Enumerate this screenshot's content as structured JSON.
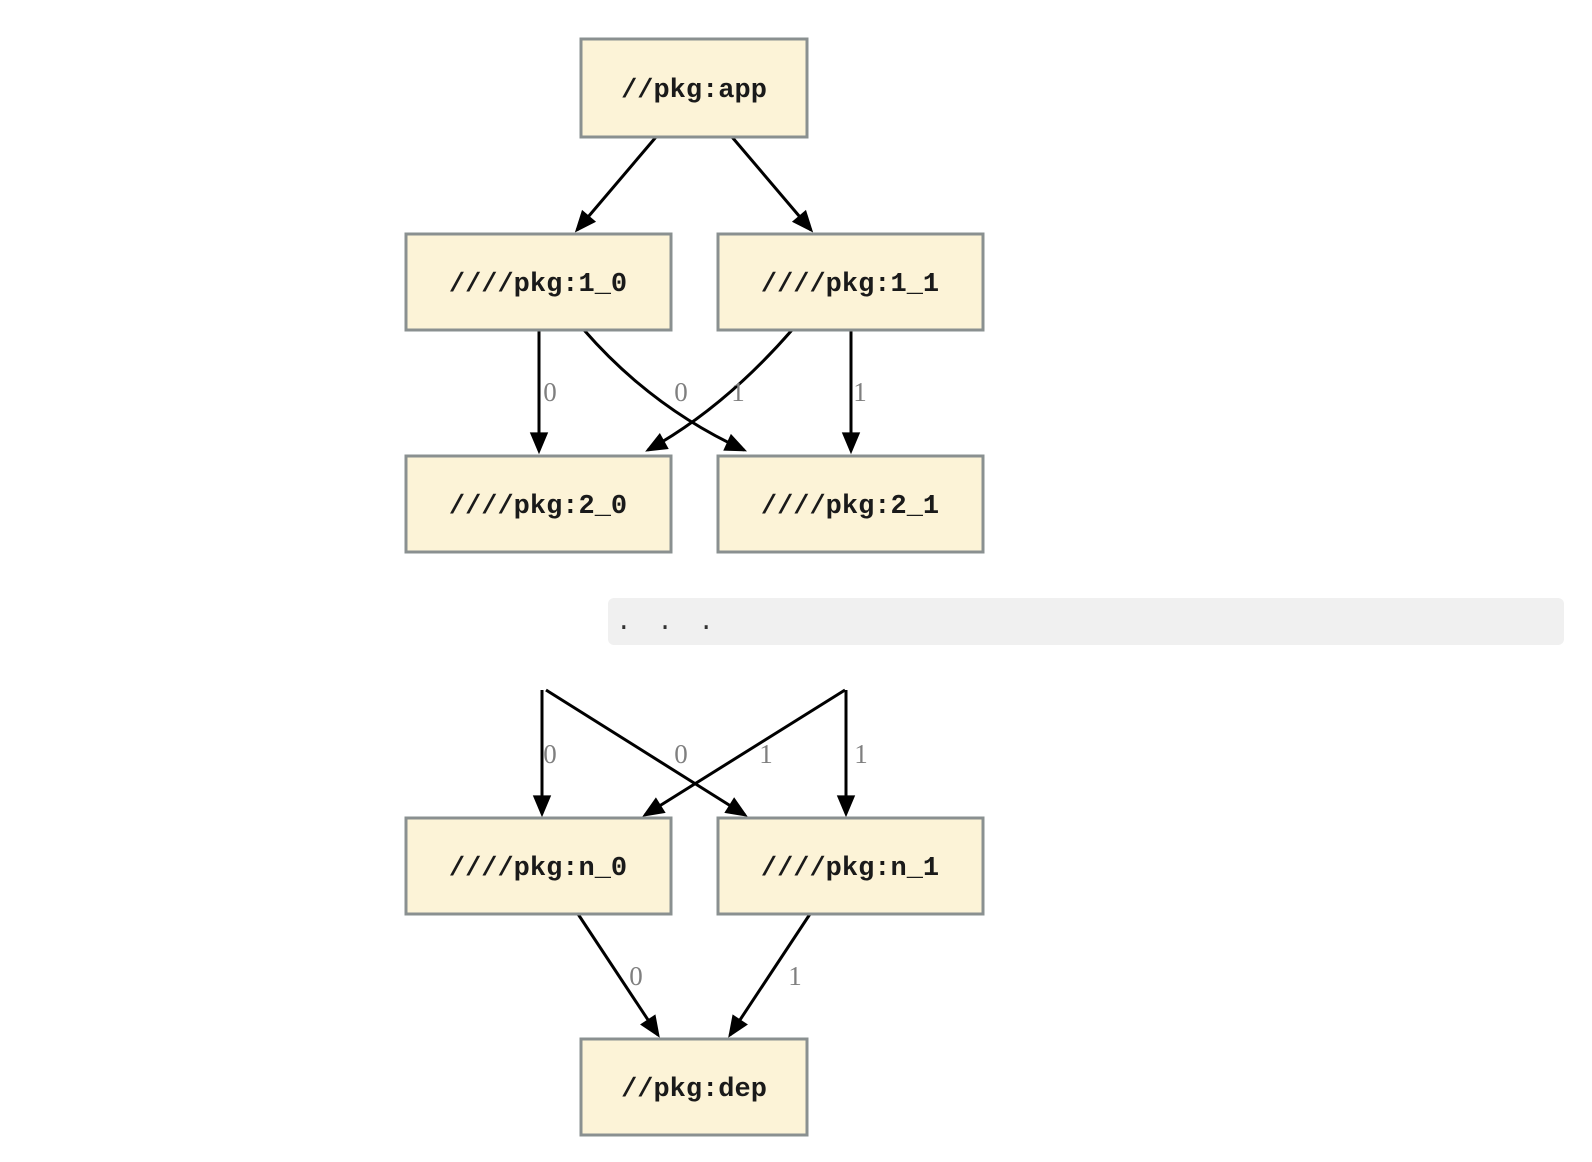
{
  "diagram": {
    "type": "dependency-graph",
    "colors": {
      "node_fill": "#fcf3d7",
      "node_border": "#8a9090",
      "node_text": "#000000",
      "edge": "#000000",
      "edge_label": "#7f7f7f",
      "ellipsis_band_bg": "#f0f0f0",
      "ellipsis_text": "#333333"
    },
    "nodes": [
      {
        "id": "app",
        "label": "//pkg:app"
      },
      {
        "id": "1_0",
        "label": "////pkg:1_0"
      },
      {
        "id": "1_1",
        "label": "////pkg:1_1"
      },
      {
        "id": "2_0",
        "label": "////pkg:2_0"
      },
      {
        "id": "2_1",
        "label": "////pkg:2_1"
      },
      {
        "id": "n_0",
        "label": "////pkg:n_0"
      },
      {
        "id": "n_1",
        "label": "////pkg:n_1"
      },
      {
        "id": "dep",
        "label": "//pkg:dep"
      }
    ],
    "edges": [
      {
        "from": "//pkg:app",
        "to": "////pkg:1_0",
        "label": ""
      },
      {
        "from": "//pkg:app",
        "to": "////pkg:1_1",
        "label": ""
      },
      {
        "from": "////pkg:1_0",
        "to": "////pkg:2_0",
        "label": "0"
      },
      {
        "from": "////pkg:1_0",
        "to": "////pkg:2_1",
        "label": "0"
      },
      {
        "from": "////pkg:1_1",
        "to": "////pkg:2_0",
        "label": "1"
      },
      {
        "from": "////pkg:1_1",
        "to": "////pkg:2_1",
        "label": "1"
      },
      {
        "from": "…",
        "to": "////pkg:n_0",
        "label": "0"
      },
      {
        "from": "…",
        "to": "////pkg:n_1",
        "label": "0"
      },
      {
        "from": "…",
        "to": "////pkg:n_0",
        "label": "1"
      },
      {
        "from": "…",
        "to": "////pkg:n_1",
        "label": "1"
      },
      {
        "from": "////pkg:n_0",
        "to": "//pkg:dep",
        "label": "0"
      },
      {
        "from": "////pkg:n_1",
        "to": "//pkg:dep",
        "label": "1"
      }
    ],
    "ellipsis": ". . ."
  }
}
